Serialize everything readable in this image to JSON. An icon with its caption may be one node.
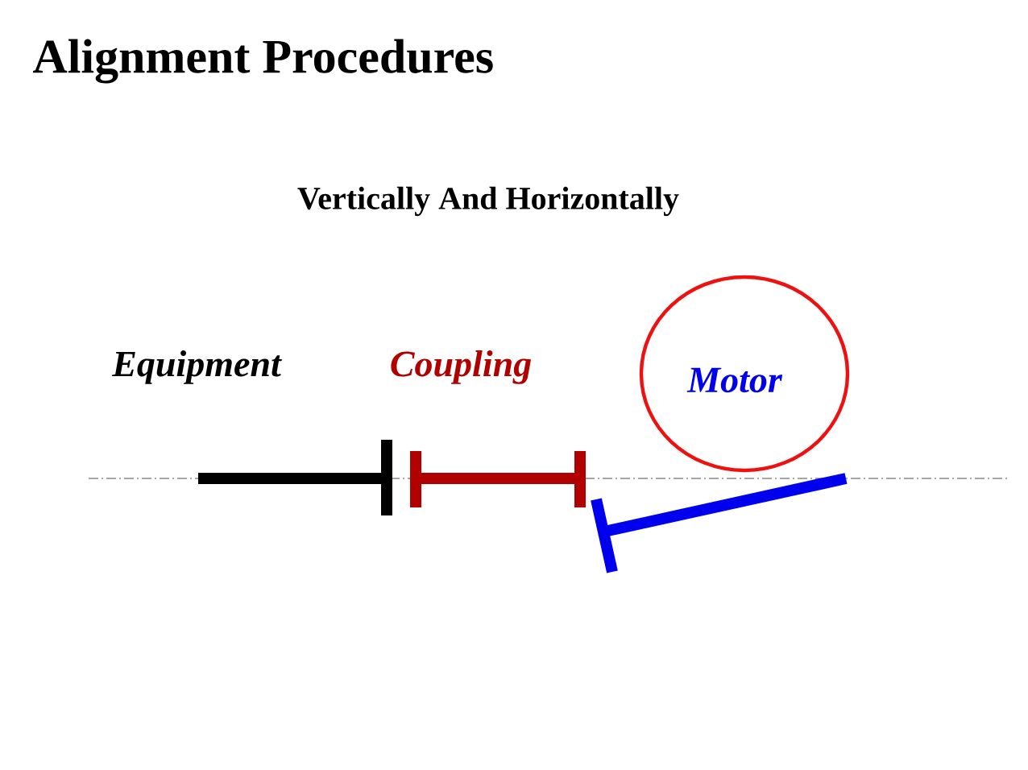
{
  "diagram": {
    "title": "Alignment Procedures",
    "nodes": [
      {
        "text": [
          "Motor"
        ]
      }
    ],
    "labels": [
      "Vertically And Horizontally",
      "Equipment",
      "Coupling"
    ]
  }
}
